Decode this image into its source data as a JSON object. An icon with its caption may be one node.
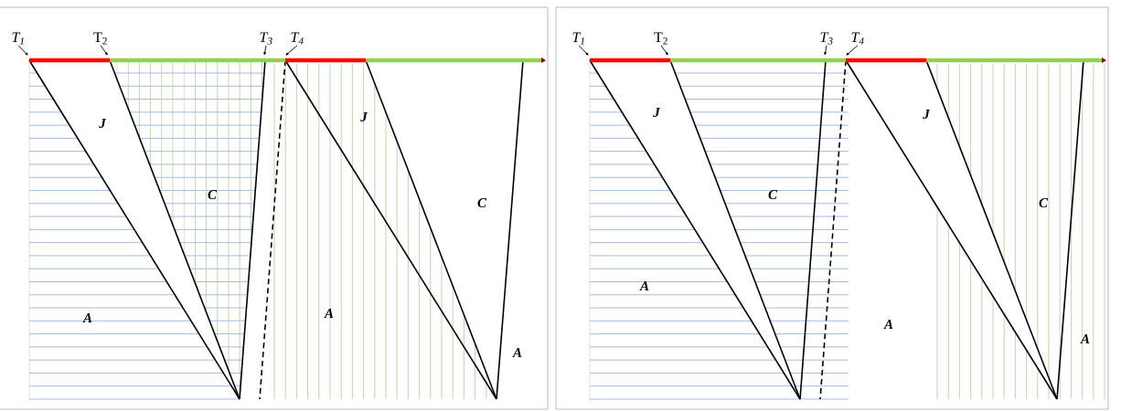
{
  "diagram": {
    "nodes": [
      {
        "text": [
          "T$_{1}$"
        ]
      },
      {
        "text": [
          "T$_{2}$"
        ]
      },
      {
        "text": [
          "T$_{3}$"
        ]
      },
      {
        "text": [
          "T$_{4}$"
        ]
      },
      {
        "text": [
          "T$_{1}$"
        ]
      },
      {
        "text": [
          "T$_{2}$"
        ]
      },
      {
        "text": [
          "T$_{3}$"
        ]
      },
      {
        "text": [
          "T$_{4}$"
        ]
      }
    ],
    "edges": [
      {
        "from": 0,
        "to": null,
        "arrow": "to"
      },
      {
        "from": 1,
        "to": null,
        "arrow": "to"
      },
      {
        "from": 2,
        "to": null,
        "arrow": "to"
      },
      {
        "from": 3,
        "to": null,
        "arrow": "to"
      },
      {
        "from": 4,
        "to": null,
        "arrow": "to"
      },
      {
        "from": 5,
        "to": null,
        "arrow": "to"
      },
      {
        "from": 6,
        "to": null,
        "arrow": "to"
      },
      {
        "from": 7,
        "to": null,
        "arrow": "to"
      }
    ],
    "labels": [
      "J",
      "C",
      "A",
      "J",
      "C",
      "A",
      "A",
      "J",
      "C",
      "A",
      "J",
      "C",
      "A",
      "A"
    ]
  }
}
